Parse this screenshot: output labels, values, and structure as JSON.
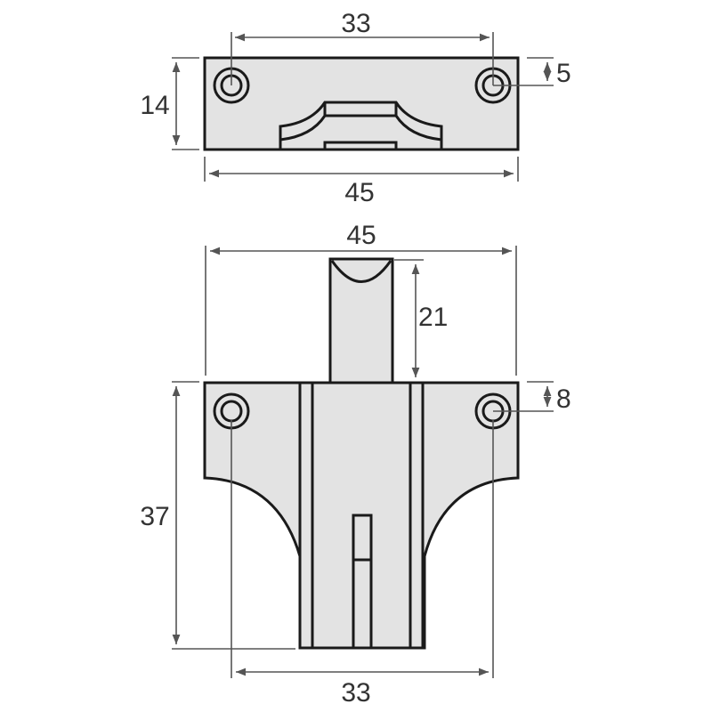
{
  "drawing": {
    "title": "Latch plate technical drawing",
    "colors": {
      "fill": "#e3e3e3",
      "outline": "#1a1a1a",
      "dimension": "#555555",
      "background": "#ffffff"
    },
    "top_view": {
      "dimensions": {
        "hole_spacing": "33",
        "height": "14",
        "hole_offset": "5",
        "width": "45"
      }
    },
    "front_view": {
      "dimensions": {
        "width": "45",
        "bolt_height": "21",
        "hole_offset": "8",
        "height": "37",
        "hole_spacing": "33"
      }
    }
  }
}
